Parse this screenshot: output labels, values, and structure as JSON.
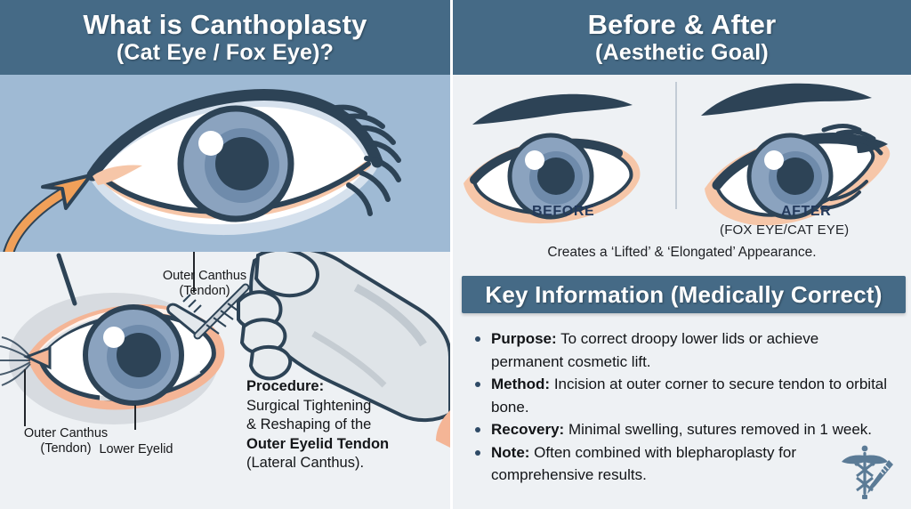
{
  "left": {
    "header": {
      "line1": "What is Canthoplasty",
      "line2": "(Cat Eye / Fox Eye)?"
    },
    "callout_top": {
      "line1": "Outer Canthus",
      "line2": "(Tendon)"
    },
    "callout_bottom_left": {
      "line1": "Outer Canthus",
      "line2": "(Tendon)"
    },
    "callout_bottom_right": {
      "line1": "Lower Eyelid"
    },
    "procedure": {
      "heading": "Procedure:",
      "line1": "Surgical Tightening",
      "line2": "& Reshaping of the",
      "emphasis": "Outer Eyelid Tendon",
      "line3": "(Lateral Canthus)."
    }
  },
  "right": {
    "header": {
      "line1": "Before & After",
      "line2": "(Aesthetic Goal)"
    },
    "before_label": "BEFORE",
    "after_label": "AFTER",
    "after_sublabel": "(FOX EYE/CAT EYE)",
    "caption": "Creates a ‘Lifted’ & ‘Elongated’ Appearance.",
    "keyinfo_header": "Key Information (Medically Correct)",
    "bullets": [
      {
        "term": "Purpose:",
        "text": " To correct droopy lower lids or achieve permanent cosmetic lift."
      },
      {
        "term": "Method:",
        "text": " Incision at outer corner to secure tendon to orbital bone."
      },
      {
        "term": "Recovery:",
        "text": " Minimal swelling, sutures removed in 1 week."
      },
      {
        "term": "Note:",
        "text": " Often combined with blepharoplasty for comprehensive results."
      }
    ],
    "badge_icon": "caduceus-scalpel-icon"
  },
  "colors": {
    "header_band": "#456a86",
    "panel_bg": "#eef1f4",
    "illustration_bg": "#9fbad4",
    "outline": "#2d4356",
    "iris": "#7a93b4",
    "pupil": "#2d4356",
    "skin": "#f6c6a8",
    "arrow": "#f0a059",
    "accent_text": "#23395b",
    "badge": "#5b7b96"
  }
}
